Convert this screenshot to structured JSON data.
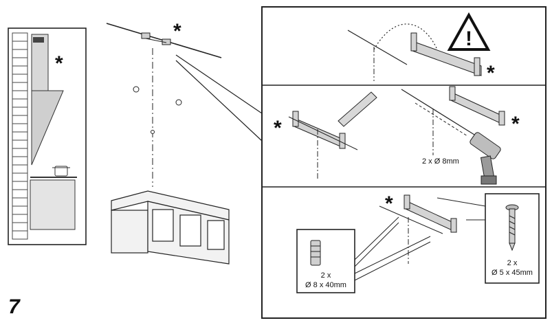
{
  "figure": {
    "step_number": "7",
    "asterisk": "*",
    "warning_symbol": "!",
    "drill_label": "2 x Ø 8mm",
    "screw_qty": "2 x",
    "screw_size": "Ø 5 x 45mm",
    "plug_qty": "2 x",
    "plug_size": "Ø 8 x 40mm"
  },
  "icons": {
    "warning": "warning-triangle-icon",
    "drill": "drill-icon",
    "screw": "screw-icon",
    "wall_plug": "wall-plug-icon",
    "pencil": "pencil-icon"
  }
}
